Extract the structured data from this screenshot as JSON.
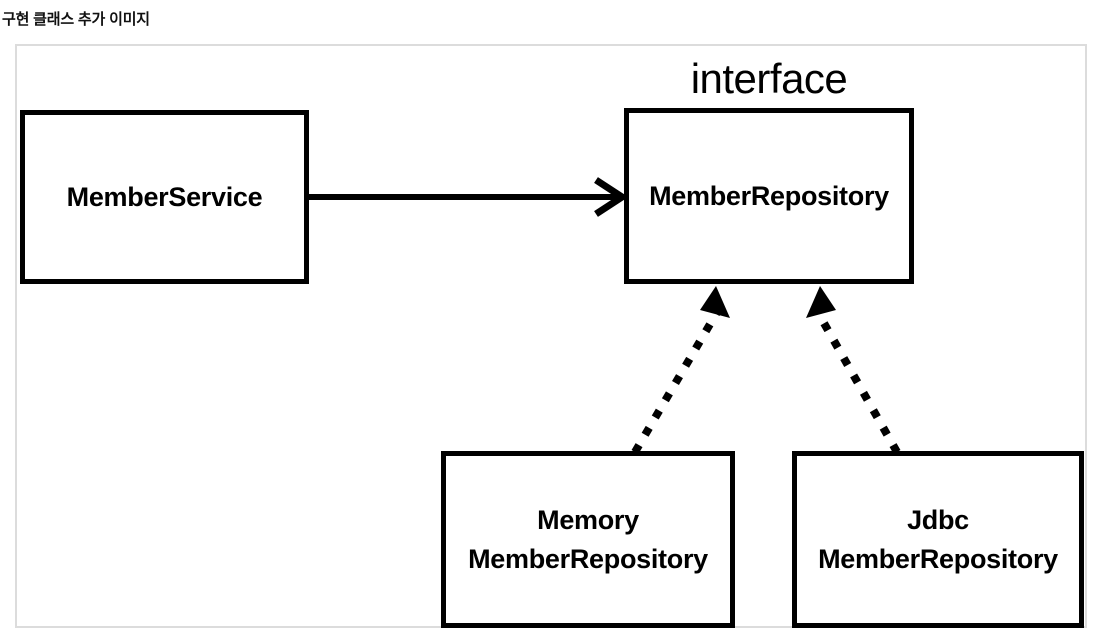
{
  "caption": "구현 클래스 추가 이미지",
  "diagram": {
    "type": "uml-class-diagram",
    "stereotype_label": "interface",
    "boxes": [
      {
        "id": "member-service",
        "label": "MemberService"
      },
      {
        "id": "member-repository",
        "label": "MemberRepository"
      },
      {
        "id": "memory-member-repository",
        "label": "Memory\nMemberRepository"
      },
      {
        "id": "jdbc-member-repository",
        "label": "Jdbc\nMemberRepository"
      }
    ],
    "edges": [
      {
        "id": "uses",
        "from": "member-service",
        "to": "member-repository",
        "style": "solid",
        "arrow": "open"
      },
      {
        "id": "implements-mem",
        "from": "memory-member-repository",
        "to": "member-repository",
        "style": "dotted",
        "arrow": "filled-triangle"
      },
      {
        "id": "implements-jdbc",
        "from": "jdbc-member-repository",
        "to": "member-repository",
        "style": "dotted",
        "arrow": "filled-triangle"
      }
    ]
  },
  "colors": {
    "stroke": "#000000",
    "frame_border": "#dcdcdc",
    "background": "#ffffff",
    "text": "#000000"
  }
}
